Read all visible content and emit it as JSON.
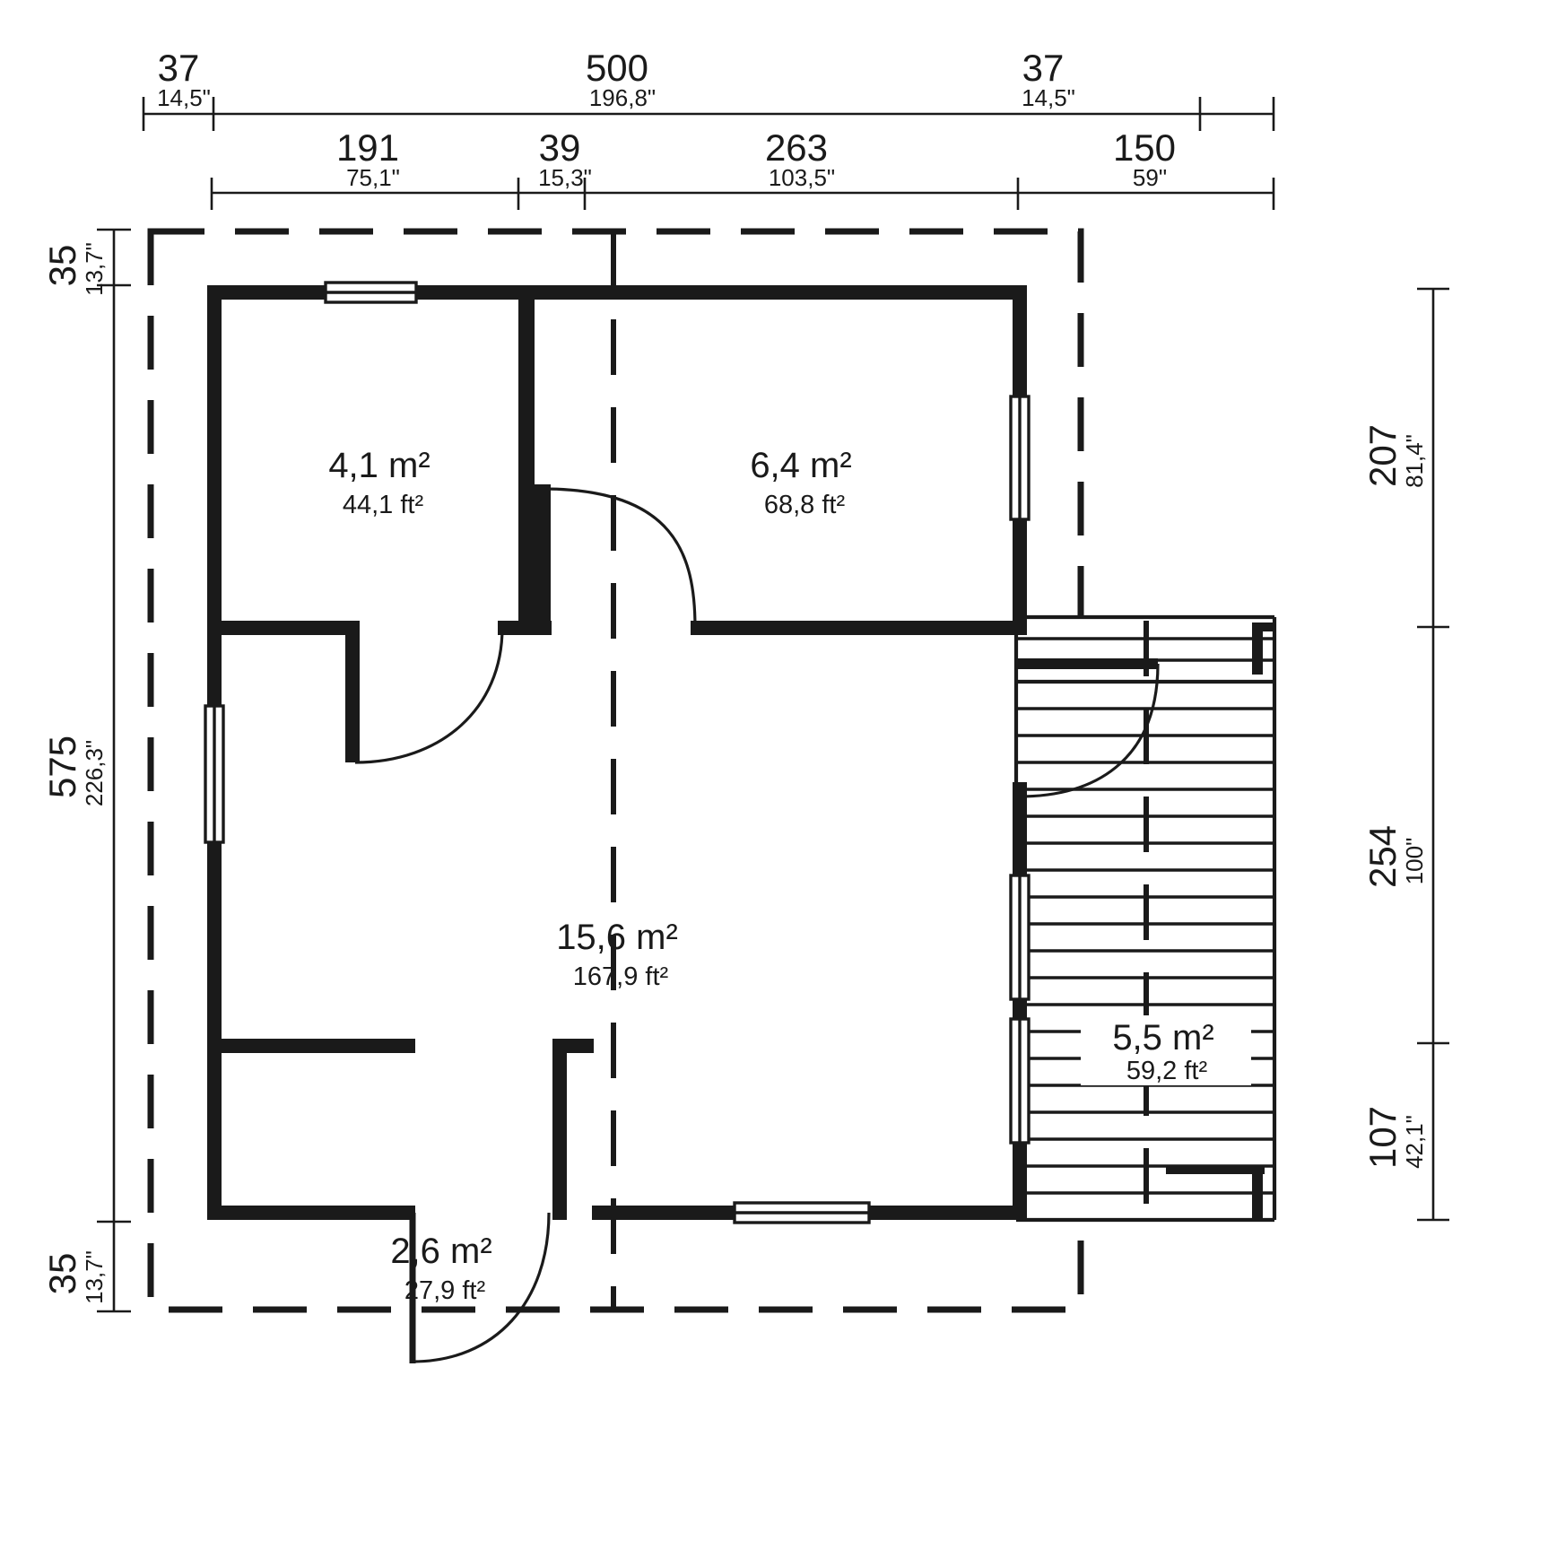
{
  "drawing": {
    "type": "floor-plan",
    "units_primary": "cm",
    "units_secondary": "inches"
  },
  "dimensions": {
    "top_outer": [
      {
        "id": "left-overhang",
        "metric": "37",
        "imperial": "14,5\""
      },
      {
        "id": "building-width",
        "metric": "500",
        "imperial": "196,8\""
      },
      {
        "id": "right-overhang",
        "metric": "37",
        "imperial": "14,5\""
      }
    ],
    "top_inner": [
      {
        "id": "room-a-width",
        "metric": "191",
        "imperial": "75,1\""
      },
      {
        "id": "partition-gap",
        "metric": "39",
        "imperial": "15,3\""
      },
      {
        "id": "room-b-width",
        "metric": "263",
        "imperial": "103,5\""
      },
      {
        "id": "terrace-width",
        "metric": "150",
        "imperial": "59\""
      }
    ],
    "left_outer": [
      {
        "id": "top-overhang",
        "metric": "35",
        "imperial": "13,7\""
      },
      {
        "id": "building-depth",
        "metric": "575",
        "imperial": "226,3\""
      },
      {
        "id": "bottom-overhang",
        "metric": "35",
        "imperial": "13,7\""
      }
    ],
    "right_outer": [
      {
        "id": "upper-segment",
        "metric": "207",
        "imperial": "81,4\""
      },
      {
        "id": "middle-segment",
        "metric": "254",
        "imperial": "100\""
      },
      {
        "id": "lower-segment",
        "metric": "107",
        "imperial": "42,1\""
      }
    ]
  },
  "rooms": [
    {
      "id": "room-upper-left",
      "area_metric": "4,1 m²",
      "area_imperial": "44,1 ft²"
    },
    {
      "id": "room-upper-right",
      "area_metric": "6,4 m²",
      "area_imperial": "68,8 ft²"
    },
    {
      "id": "room-main-living",
      "area_metric": "15,6 m²",
      "area_imperial": "167,9 ft²"
    },
    {
      "id": "room-lower-left",
      "area_metric": "2,6 m²",
      "area_imperial": "27,9 ft²"
    },
    {
      "id": "terrace",
      "area_metric": "5,5 m²",
      "area_imperial": "59,2 ft²"
    }
  ],
  "colors": {
    "wall": "#1a1a1a",
    "background": "#ffffff",
    "dimension_line": "#1a1a1a"
  }
}
